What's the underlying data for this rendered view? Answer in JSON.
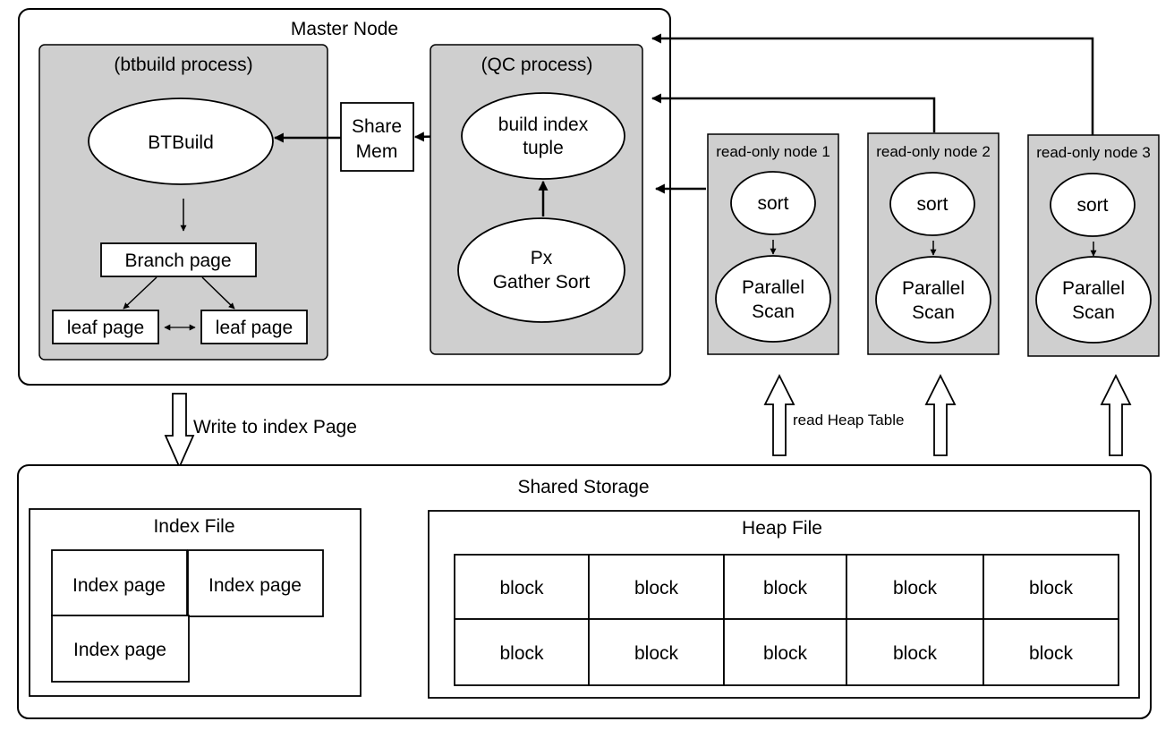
{
  "master": {
    "title": "Master Node",
    "btbuild": {
      "title": "(btbuild process)",
      "node": "BTBuild",
      "branch": "Branch page",
      "leaf_left": "leaf page",
      "leaf_right": "leaf page"
    },
    "share_mem": {
      "line1": "Share",
      "line2": "Mem"
    },
    "qc": {
      "title": "(QC process)",
      "build": {
        "line1": "build index",
        "line2": "tuple"
      },
      "px": {
        "line1": "Px",
        "line2": "Gather Sort"
      }
    }
  },
  "readonly_nodes": [
    {
      "title": "read-only node 1",
      "sort": "sort",
      "scan_line1": "Parallel",
      "scan_line2": "Scan"
    },
    {
      "title": "read-only node 2",
      "sort": "sort",
      "scan_line1": "Parallel",
      "scan_line2": "Scan"
    },
    {
      "title": "read-only node 3",
      "sort": "sort",
      "scan_line1": "Parallel",
      "scan_line2": "Scan"
    }
  ],
  "labels": {
    "write": "Write to index Page",
    "read": "read Heap Table"
  },
  "storage": {
    "title": "Shared Storage",
    "index_file": {
      "title": "Index File",
      "pages": [
        "Index page",
        "Index page",
        "Index page"
      ]
    },
    "heap_file": {
      "title": "Heap File",
      "blocks": [
        "block",
        "block",
        "block",
        "block",
        "block",
        "block",
        "block",
        "block",
        "block",
        "block"
      ]
    }
  }
}
